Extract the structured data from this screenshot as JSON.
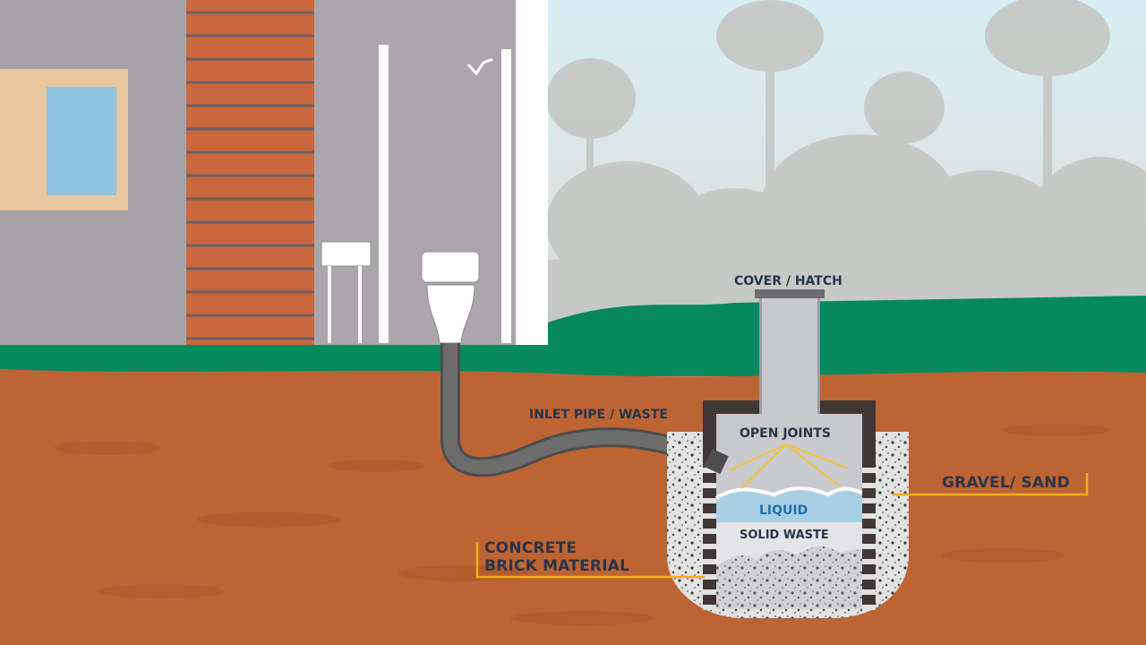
{
  "labels": {
    "cover": "COVER / HATCH",
    "inlet": "INLET PIPE / WASTE",
    "open_joints": "OPEN JOINTS",
    "liquid": "LIQUID",
    "solid_waste": "SOLID WASTE",
    "gravel": "GRAVEL/ SAND",
    "concrete_line1": "CONCRETE",
    "concrete_line2": "BRICK MATERIAL"
  },
  "colors": {
    "sky": "#dfeff4",
    "grass": "#07895e",
    "soil": "#bd6434",
    "house_wall": "#a7a3a7",
    "brick_column": "#c8683c",
    "tank_concrete": "#3f3836",
    "tank_interior": "#c8c9cd",
    "gravel": "#e2e2e2",
    "liquid": "#a9cfe3",
    "pipe": "#656565",
    "callout": "#f2ae1a",
    "label_text": "#2c3448",
    "liquid_text": "#1f6fb0"
  }
}
